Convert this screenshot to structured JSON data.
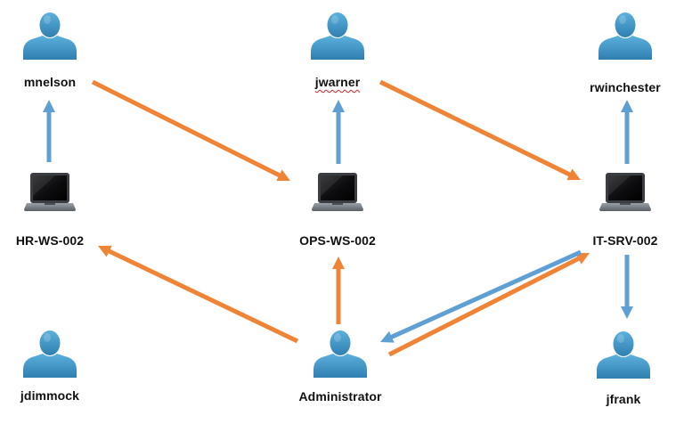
{
  "colors": {
    "user": "#3d8fc0",
    "laptop_body": "#6e737b",
    "laptop_screen": "#0c0c0e",
    "arrow_orange": "#ef8436",
    "arrow_blue": "#5f9fd3"
  },
  "nodes": [
    {
      "id": "mnelson",
      "kind": "user",
      "label": "mnelson"
    },
    {
      "id": "jwarner",
      "kind": "user",
      "label": "jwarner"
    },
    {
      "id": "rwinchester",
      "kind": "user",
      "label": "rwinchester"
    },
    {
      "id": "hr-ws-002",
      "kind": "computer",
      "label": "HR-WS-002"
    },
    {
      "id": "ops-ws-002",
      "kind": "computer",
      "label": "OPS-WS-002"
    },
    {
      "id": "it-srv-002",
      "kind": "computer",
      "label": "IT-SRV-002"
    },
    {
      "id": "jdimmock",
      "kind": "user",
      "label": "jdimmock"
    },
    {
      "id": "administrator",
      "kind": "user",
      "label": "Administrator"
    },
    {
      "id": "jfrank",
      "kind": "user",
      "label": "jfrank"
    }
  ],
  "edges": [
    {
      "from": "mnelson",
      "to": "ops-ws-002",
      "color": "orange"
    },
    {
      "from": "jwarner",
      "to": "it-srv-002",
      "color": "orange"
    },
    {
      "from": "hr-ws-002",
      "to": "mnelson",
      "color": "blue"
    },
    {
      "from": "ops-ws-002",
      "to": "jwarner",
      "color": "blue"
    },
    {
      "from": "it-srv-002",
      "to": "rwinchester",
      "color": "blue"
    },
    {
      "from": "it-srv-002",
      "to": "jfrank",
      "color": "blue"
    },
    {
      "from": "administrator",
      "to": "hr-ws-002",
      "color": "orange"
    },
    {
      "from": "administrator",
      "to": "ops-ws-002",
      "color": "orange"
    },
    {
      "from": "administrator",
      "to": "it-srv-002",
      "color": "orange"
    },
    {
      "from": "it-srv-002",
      "to": "administrator",
      "color": "blue"
    }
  ]
}
